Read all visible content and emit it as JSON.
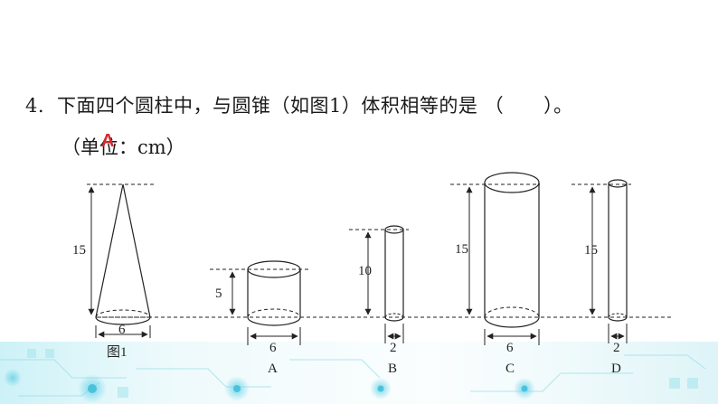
{
  "question": {
    "number": "4.",
    "text_before": "下面四个圆柱中，与圆锥（如图1）体积相等的是",
    "paren_open": "（",
    "paren_close": "）",
    "text_end": "。",
    "unit_line": "（单位：cm）",
    "answer": "A"
  },
  "figure": {
    "cone": {
      "height_label": "15",
      "diameter_label": "6",
      "caption": "图1"
    },
    "cylinders": [
      {
        "label": "A",
        "height_label": "5",
        "diameter_label": "6"
      },
      {
        "label": "B",
        "height_label": "10",
        "diameter_label": "2"
      },
      {
        "label": "C",
        "height_label": "15",
        "diameter_label": "6"
      },
      {
        "label": "D",
        "height_label": "15",
        "diameter_label": "2"
      }
    ]
  },
  "colors": {
    "text": "#1a1a1a",
    "answer": "#d62a2a",
    "decor": "#7fd6e6"
  }
}
